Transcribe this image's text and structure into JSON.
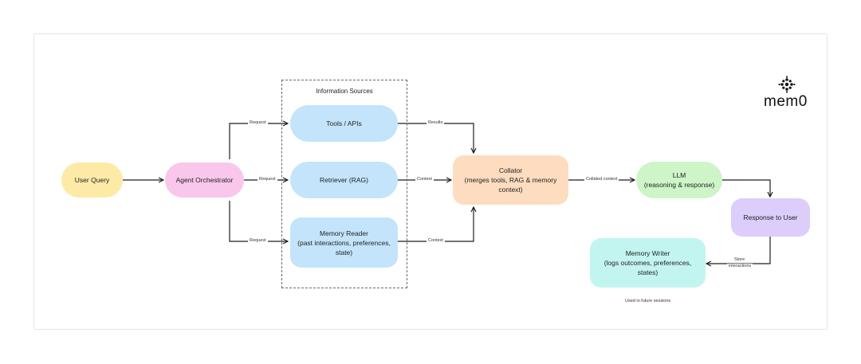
{
  "brand": {
    "name": "mem0"
  },
  "group": {
    "title": "Information Sources"
  },
  "nodes": {
    "user_query": "User Query",
    "orchestrator": "Agent Orchestrator",
    "tools": "Tools / APIs",
    "retriever": "Retriever (RAG)",
    "memory_reader": "Memory Reader\n(past interactions, preferences, state)",
    "collator": "Collator\n(merges tools, RAG & memory context)",
    "llm": "LLM\n(reasoning & response)",
    "response": "Response to User",
    "memory_writer": "Memory Writer\n(logs outcomes, preferences, states)"
  },
  "edges": {
    "request_tools": "Request",
    "request_retriever": "Request",
    "request_memory": "Request",
    "results": "Results",
    "context_retriever": "Context",
    "context_memory": "Context",
    "collated": "Collated context",
    "store_1": "Store",
    "store_2": "interactions"
  },
  "footnote": "Used in future sessions",
  "colors": {
    "user_query": "#fdeaa7",
    "orchestrator": "#f9c6ec",
    "sources": "#c3e4fb",
    "collator": "#fddcbf",
    "llm": "#cdf5c8",
    "response": "#dccdfb",
    "memory_writer": "#c2f5f0"
  }
}
